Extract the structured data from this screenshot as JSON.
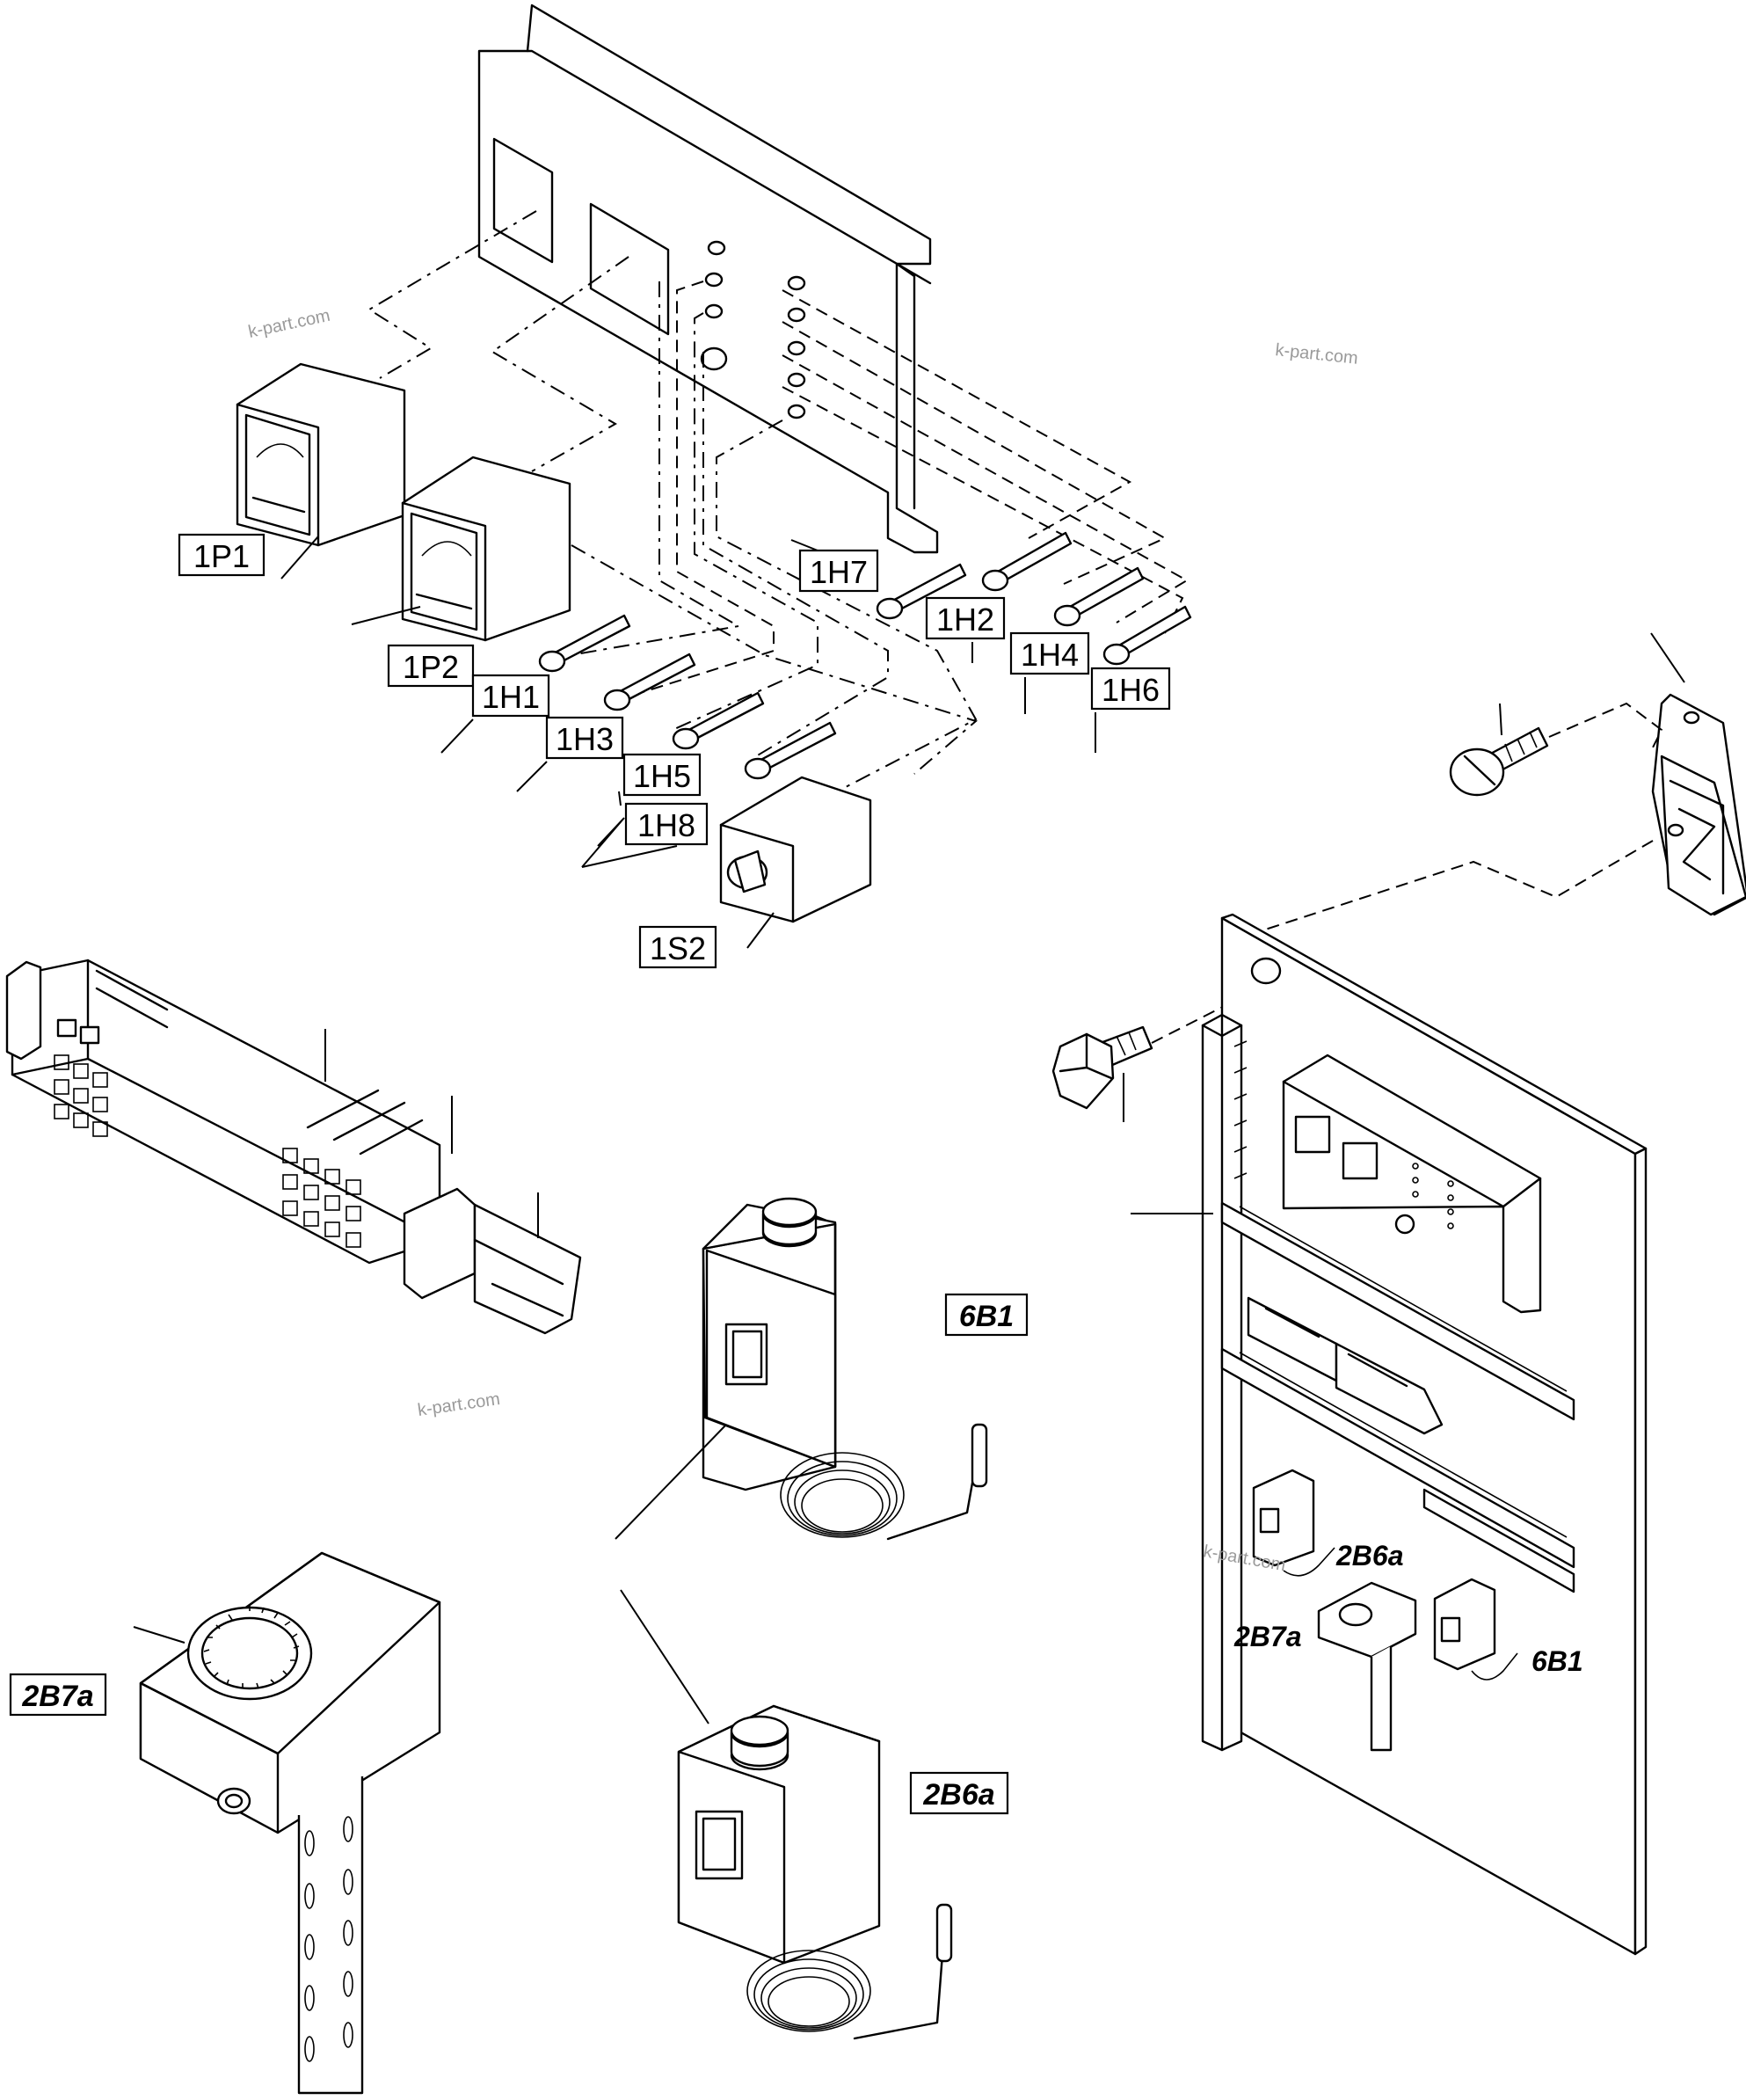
{
  "labels": {
    "p1": "1P1",
    "p2": "1P2",
    "h1": "1H1",
    "h2": "1H2",
    "h3": "1H3",
    "h4": "1H4",
    "h5": "1H5",
    "h6": "1H6",
    "h7": "1H7",
    "h8": "1H8",
    "s2": "1S2",
    "b1": "6B1",
    "b6a": "2B6a",
    "b7a": "2B7a",
    "b6a_small": "2B6a",
    "b7a_small": "2B7a",
    "b1_small": "6B1"
  },
  "watermark": {
    "text": "k-part.com"
  }
}
